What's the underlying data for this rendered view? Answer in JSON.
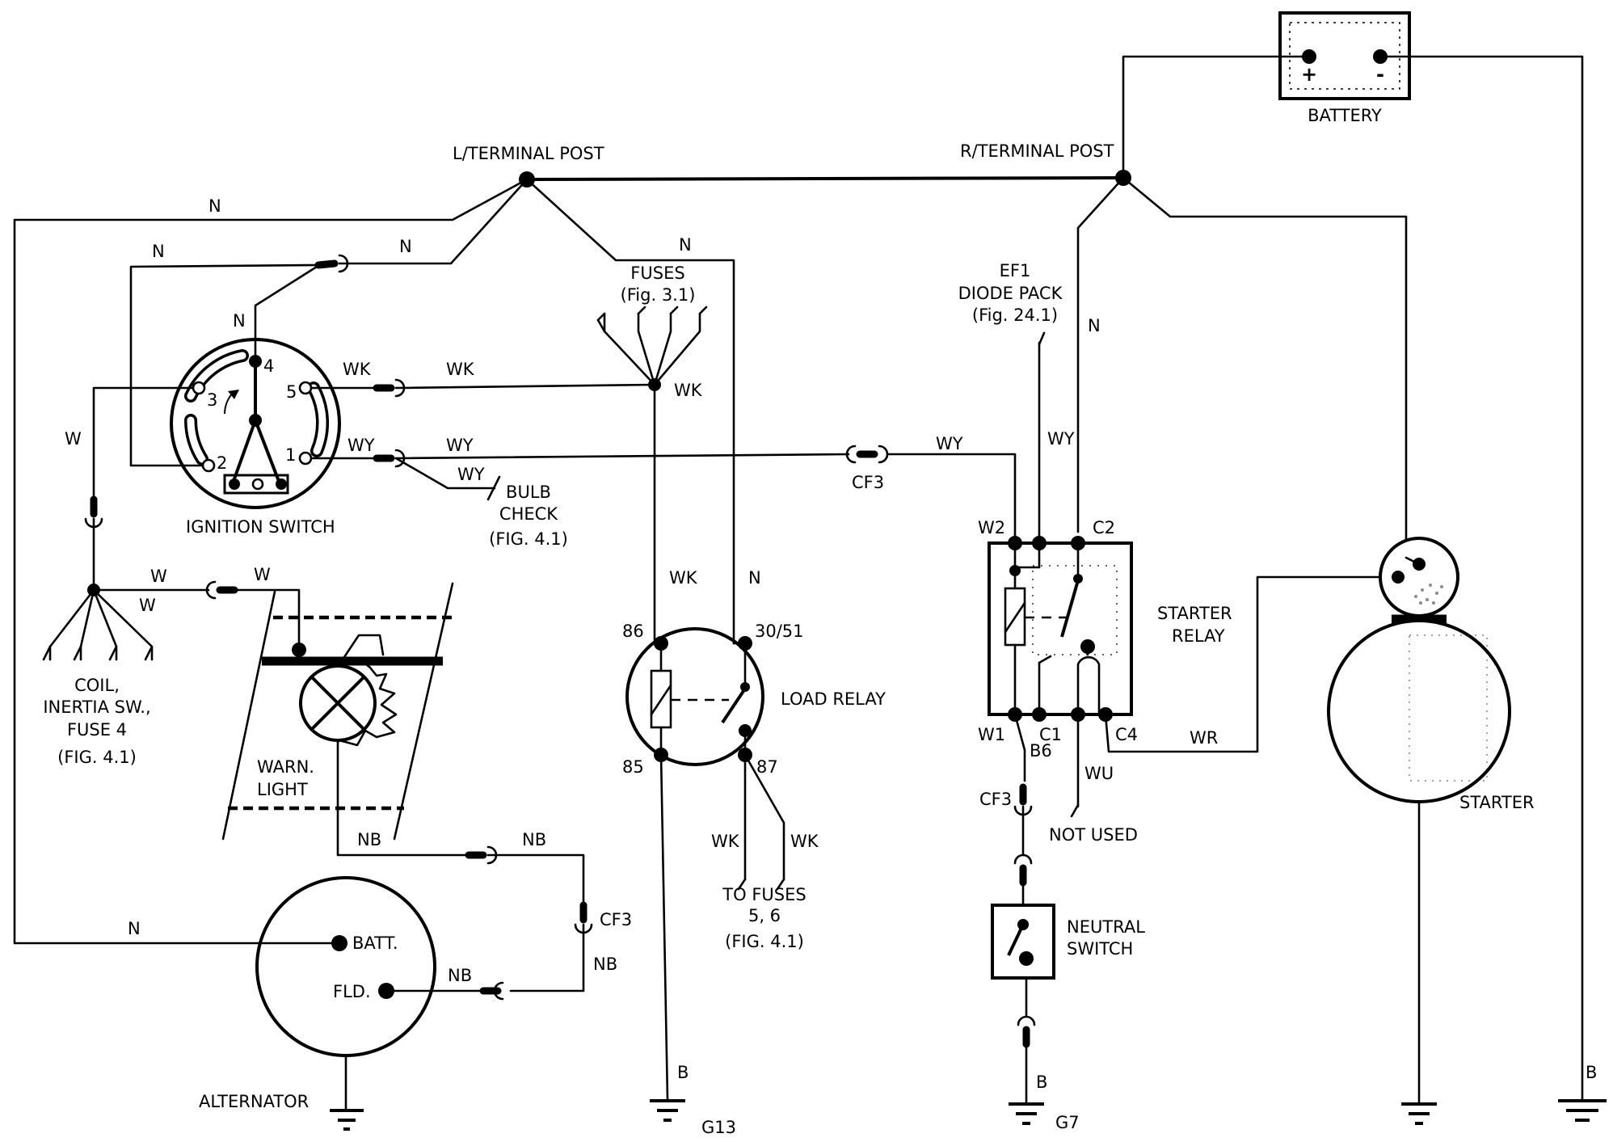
{
  "labels": {
    "l_terminal_post": "L/TERMINAL POST",
    "r_terminal_post": "R/TERMINAL POST",
    "battery": "BATTERY",
    "battery_plus": "+",
    "battery_minus": "-",
    "fuses": "FUSES",
    "fuses_ref": "(Fig. 3.1)",
    "ef1": "EF1",
    "diode_pack": "DIODE PACK",
    "diode_ref": "(Fig. 24.1)",
    "ignition_switch": "IGNITION SWITCH",
    "bulb_check_1": "BULB",
    "bulb_check_2": "CHECK",
    "bulb_check_ref": "(FIG. 4.1)",
    "coil_1": "COIL,",
    "coil_2": "INERTIA SW.,",
    "coil_3": "FUSE 4",
    "coil_ref": "(FIG. 4.1)",
    "warn_light_1": "WARN.",
    "warn_light_2": "LIGHT",
    "load_relay": "LOAD RELAY",
    "to_fuses_1": "TO FUSES",
    "to_fuses_2": "5, 6",
    "to_fuses_ref": "(FIG. 4.1)",
    "starter_relay_1": "STARTER",
    "starter_relay_2": "RELAY",
    "not_used": "NOT USED",
    "neutral_switch_1": "NEUTRAL",
    "neutral_switch_2": "SWITCH",
    "starter": "STARTER",
    "alternator": "ALTERNATOR",
    "batt_terminal": "BATT.",
    "fld_terminal": "FLD.",
    "ground_g13": "G13",
    "ground_g7": "G7"
  },
  "terminals": {
    "ign_1": "1",
    "ign_2": "2",
    "ign_3": "3",
    "ign_4": "4",
    "ign_5": "5",
    "lr_86": "86",
    "lr_85": "85",
    "lr_3051": "30/51",
    "lr_87": "87",
    "sr_w2": "W2",
    "sr_c2": "C2",
    "sr_w1": "W1",
    "sr_c1": "C1",
    "sr_c4": "C4"
  },
  "wires": {
    "n_top_left": "N",
    "n_ign_left": "N",
    "n_ign_right": "N",
    "n_ign_4": "N",
    "n_fuses": "N",
    "n_right_post": "N",
    "wk_ign_5": "WK",
    "wk_ign_5b": "WK",
    "wk_fuses": "WK",
    "wy_ign_1": "WY",
    "wy_ign_1b": "WY",
    "wy_bulb": "WY",
    "wy_cf3": "WY",
    "wy_diode": "WY",
    "cf3_top": "CF3",
    "w_left": "W",
    "w_coil_1": "W",
    "w_coil_2": "W",
    "w_warn": "W",
    "wk_relay": "WK",
    "n_relay": "N",
    "nb_warn": "NB",
    "nb_top": "NB",
    "cf3_alt": "CF3",
    "nb_right": "NB",
    "nb_fld": "NB",
    "n_alt": "N",
    "wk_fuse5": "WK",
    "wk_fuse6": "WK",
    "b_g13": "B",
    "b6": "B6",
    "cf3_neutral": "CF3",
    "wu": "WU",
    "wr": "WR",
    "b_g7": "B",
    "b_battery": "B"
  }
}
